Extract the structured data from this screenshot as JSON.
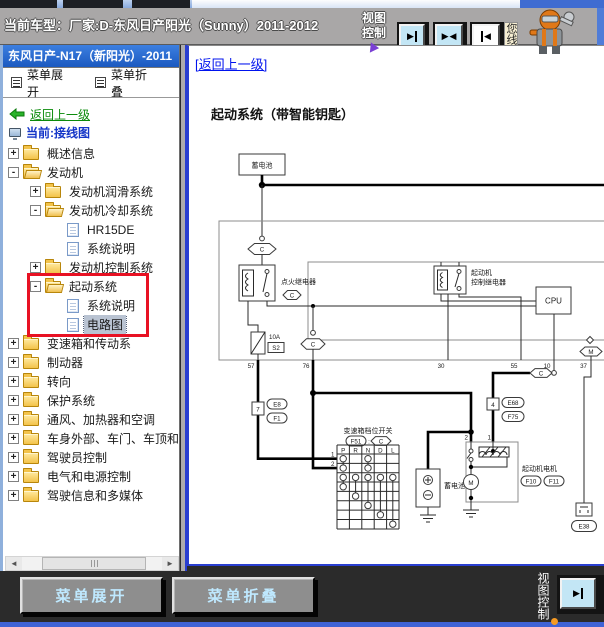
{
  "top_bar": {
    "vehicle_label": "当前车型：厂家:D-东风日产阳光（Sunny）2011-2012",
    "view_control_label": "视图控制",
    "assistant_text": "您线",
    "button_icons": [
      "panel-arrow-right-bar-icon",
      "panel-arrows-inward-icon",
      "panel-bar-arrow-left-icon"
    ]
  },
  "sidebar": {
    "header": "东风日产-N17（新阳光）-2011",
    "menu_expand_label": "菜单展开",
    "menu_collapse_label": "菜单折叠",
    "back_link_label": "返回上一级",
    "current_label": "当前:接线图",
    "tree": [
      {
        "label": "概述信息",
        "level": 0,
        "icon": "folder-closed",
        "toggle": "plus"
      },
      {
        "label": "发动机",
        "level": 0,
        "icon": "folder-open",
        "toggle": "minus"
      },
      {
        "label": "发动机润滑系统",
        "level": 1,
        "icon": "folder-closed",
        "toggle": "plus"
      },
      {
        "label": "发动机冷却系统",
        "level": 1,
        "icon": "folder-open",
        "toggle": "minus"
      },
      {
        "label": "HR15DE",
        "level": 2,
        "icon": "document",
        "toggle": "none"
      },
      {
        "label": "系统说明",
        "level": 2,
        "icon": "document",
        "toggle": "none"
      },
      {
        "label": "发动机控制系统",
        "level": 1,
        "icon": "folder-closed",
        "toggle": "plus"
      },
      {
        "label": "起动系统",
        "level": 1,
        "icon": "folder-open",
        "toggle": "minus",
        "highlighted": true
      },
      {
        "label": "系统说明",
        "level": 2,
        "icon": "document",
        "toggle": "none",
        "highlighted": true
      },
      {
        "label": "电路图",
        "level": 2,
        "icon": "document",
        "toggle": "none",
        "selected": true,
        "highlighted": true
      },
      {
        "label": "变速箱和传动系",
        "level": 0,
        "icon": "folder-closed",
        "toggle": "plus"
      },
      {
        "label": "制动器",
        "level": 0,
        "icon": "folder-closed",
        "toggle": "plus"
      },
      {
        "label": "转向",
        "level": 0,
        "icon": "folder-closed",
        "toggle": "plus"
      },
      {
        "label": "保护系统",
        "level": 0,
        "icon": "folder-closed",
        "toggle": "plus"
      },
      {
        "label": "通风、加热器和空调",
        "level": 0,
        "icon": "folder-closed",
        "toggle": "plus"
      },
      {
        "label": "车身外部、车门、车顶和",
        "level": 0,
        "icon": "folder-closed",
        "toggle": "plus"
      },
      {
        "label": "驾驶员控制",
        "level": 0,
        "icon": "folder-closed",
        "toggle": "plus"
      },
      {
        "label": "电气和电源控制",
        "level": 0,
        "icon": "folder-closed",
        "toggle": "plus"
      },
      {
        "label": "驾驶信息和多媒体",
        "level": 0,
        "icon": "folder-closed",
        "toggle": "plus"
      }
    ]
  },
  "main": {
    "back_link_label": "[返回上一级]",
    "title": "起动系统（带智能钥匙）",
    "diagram": {
      "battery_top": "蓄电池",
      "connector_c": "C",
      "connector_m": "M",
      "ignition_relay": "点火继电器",
      "fuse_rating": "10A",
      "fuse_code": "S2",
      "starter_relay_line1": "起动机",
      "starter_relay_line2": "控制继电器",
      "cpu": "CPU",
      "pin_57": "57",
      "pin_76": "76",
      "pin_30": "30",
      "pin_55": "55",
      "pin_10": "10",
      "pin_37": "37",
      "conn_box_7": "7",
      "conn_e8": "E8",
      "conn_f1": "F1",
      "conn_box_4": "4",
      "conn_e68": "E68",
      "conn_f75": "F75",
      "gear_switch_title": "变速箱档位开关",
      "conn_f51": "F51",
      "gear_colon": ":",
      "gear_cols": [
        "P",
        "R",
        "N",
        "D",
        "L"
      ],
      "gear_row_1": "1",
      "gear_row_2": "2",
      "battery_small": "蓄电池",
      "starter_motor_label": "起动机电机",
      "conn_f10": "F10",
      "conn_f11": "F11",
      "starter_pin_2": "2",
      "starter_pin_1": "1",
      "motor_symbol": "M",
      "conn_e38": "E38"
    }
  },
  "bottom_bar": {
    "menu_expand_label": "菜单展开",
    "menu_collapse_label": "菜单折叠",
    "view_control_label": "视图控制"
  },
  "colors": {
    "sidebar_header_blue": "#2067cf",
    "annotation_red": "#e81123",
    "link_blue": "#0013ee",
    "back_link_green": "#0a8a0a",
    "current_link_blue": "#1536c8",
    "selected_item_bg": "#b9c3d2",
    "bottom_button_text": "#bfe9ff",
    "panel_button_face": "#c3e6f5",
    "topbar_gray": "#a9a7a7",
    "bottom_bar_dark": "#2b2b2b"
  }
}
